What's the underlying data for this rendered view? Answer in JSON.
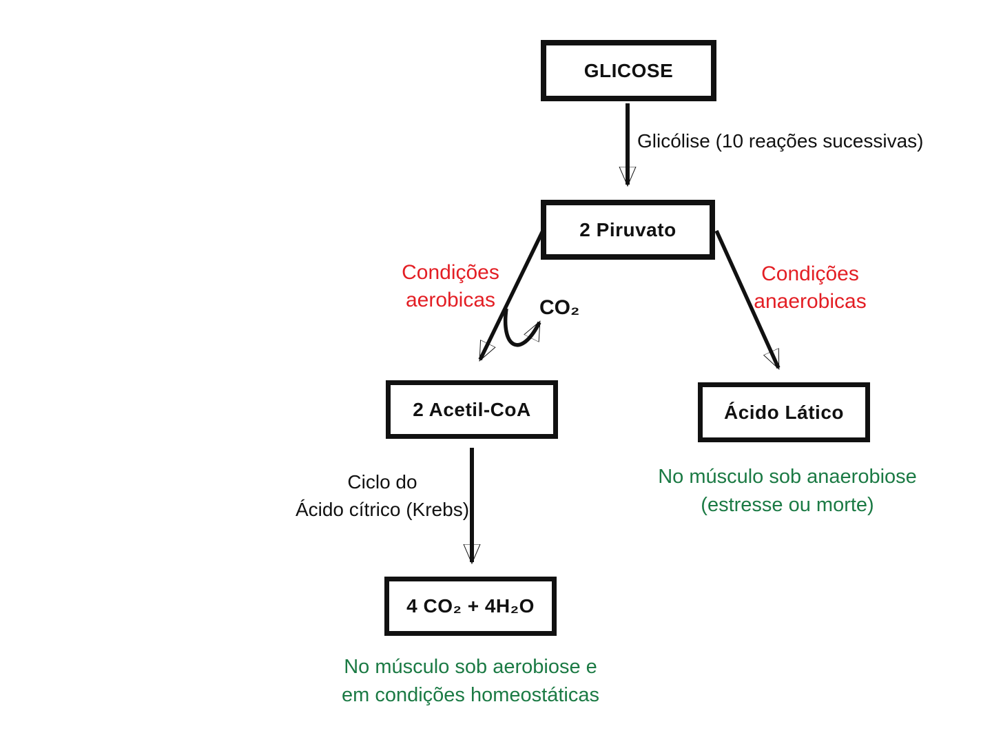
{
  "colors": {
    "ink": "#111111",
    "red": "#e31e24",
    "green": "#1b7a44",
    "paper": "#ffffff"
  },
  "nodes": {
    "glicose": {
      "label": "GLICOSE"
    },
    "piruvato": {
      "label": "2 Piruvato"
    },
    "acetil_coa": {
      "label": "2 Acetil-CoA"
    },
    "co2_h2o": {
      "label": "4 CO₂ + 4H₂O"
    },
    "acido_latico": {
      "label": "Ácido Lático"
    }
  },
  "edge_labels": {
    "glicolise": "Glicólise (10 reações sucessivas)",
    "condicoes_aerobicas": "Condições\naerobicas",
    "condicoes_anaerobicas": "Condições\nanaerobicas",
    "co2": "CO₂",
    "ciclo_krebs": "Ciclo do\nÁcido cítrico (Krebs)"
  },
  "notes": {
    "aerobiose": "No músculo sob aerobiose e\nem condições homeostáticas",
    "anaerobiose": "No músculo sob anaerobiose\n(estresse ou morte)"
  }
}
